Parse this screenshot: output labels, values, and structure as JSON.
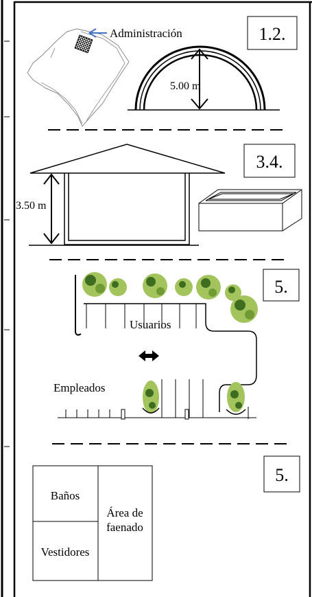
{
  "panels": {
    "p1": {
      "tag": "1.2.",
      "admin_label": "Administración",
      "height_label": "5.00 m"
    },
    "p2": {
      "tag": "3.4.",
      "height_label": "3.50 m"
    },
    "p3": {
      "tag": "5.",
      "users_label": "Usuarios",
      "employees_label": "Empleados"
    },
    "p4": {
      "tag": "5.",
      "rooms": [
        "Baños",
        "Área de",
        "faenado",
        "Vestidores"
      ]
    }
  },
  "colors": {
    "ink": "#000000",
    "arrow": "#4472c4",
    "tree_light": "#a3c45c",
    "tree_dark": "#3f6d1f"
  }
}
